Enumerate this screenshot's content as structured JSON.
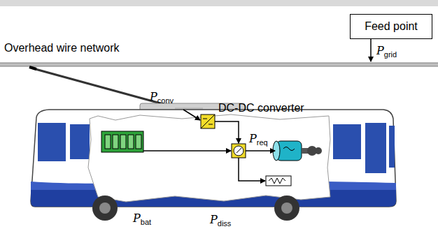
{
  "diagram": {
    "nodes": [
      {
        "text": [
          "Feed point"
        ]
      }
    ],
    "labels": [
      "Overhead wire network",
      "Pgrid",
      "Pconv",
      "DC-DC converter",
      "Preq",
      "Pbat",
      "Pdiss"
    ]
  }
}
